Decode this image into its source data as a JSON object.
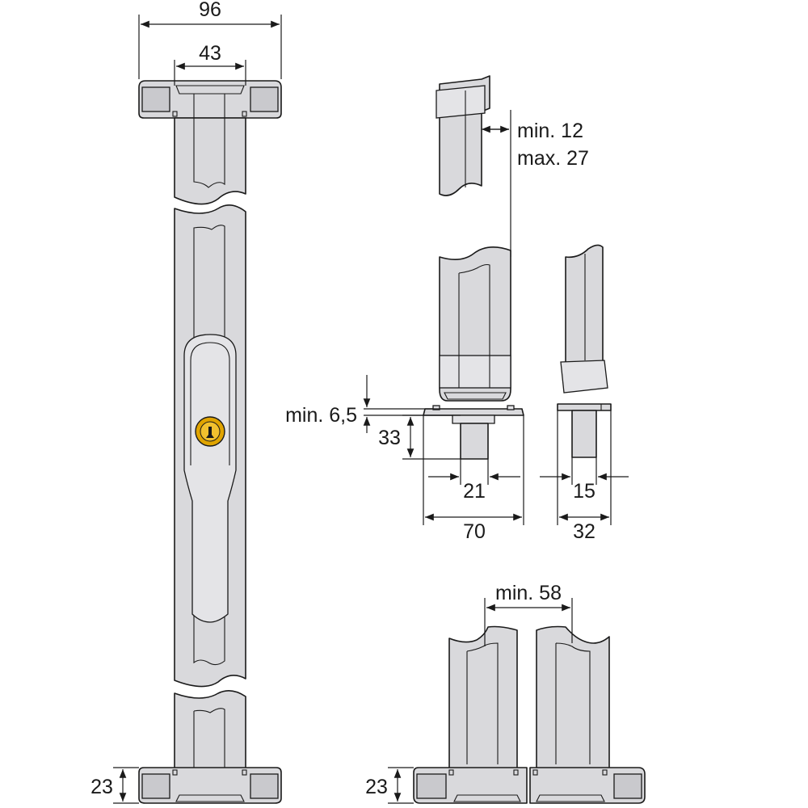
{
  "dimensions": {
    "top_width": "96",
    "inner_width": "43",
    "gap_range_min": "min. 12",
    "gap_range_max": "max. 27",
    "clearance_min": "min. 6,5",
    "strike_height": "33",
    "bolt_width_front": "21",
    "plate_width": "70",
    "bolt_width_side": "15",
    "plate_depth": "32",
    "double_gap_min": "min. 58",
    "base_height_left": "23",
    "base_height_right": "23"
  },
  "colors": {
    "metal": "#d9d9dc",
    "line": "#1a1a1a",
    "cylinder": "#e0a400"
  }
}
